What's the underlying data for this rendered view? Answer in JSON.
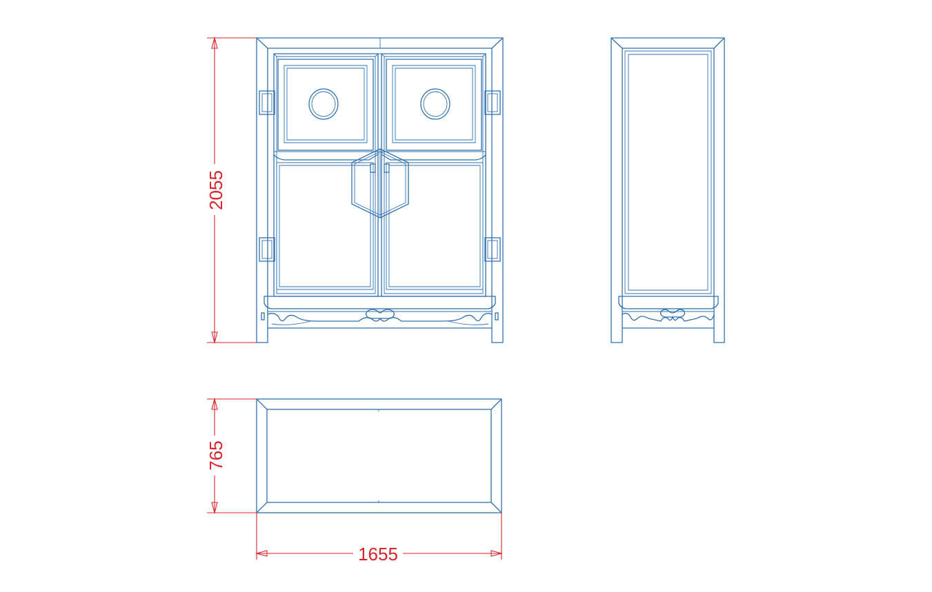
{
  "drawing": {
    "views": [
      "front-view",
      "side-view",
      "top-view"
    ],
    "dimensions": {
      "height": "2055",
      "depth": "765",
      "width": "1655"
    },
    "colors": {
      "line": "#2f6fb0",
      "dimension": "#d8232a",
      "background": "#ffffff"
    }
  }
}
